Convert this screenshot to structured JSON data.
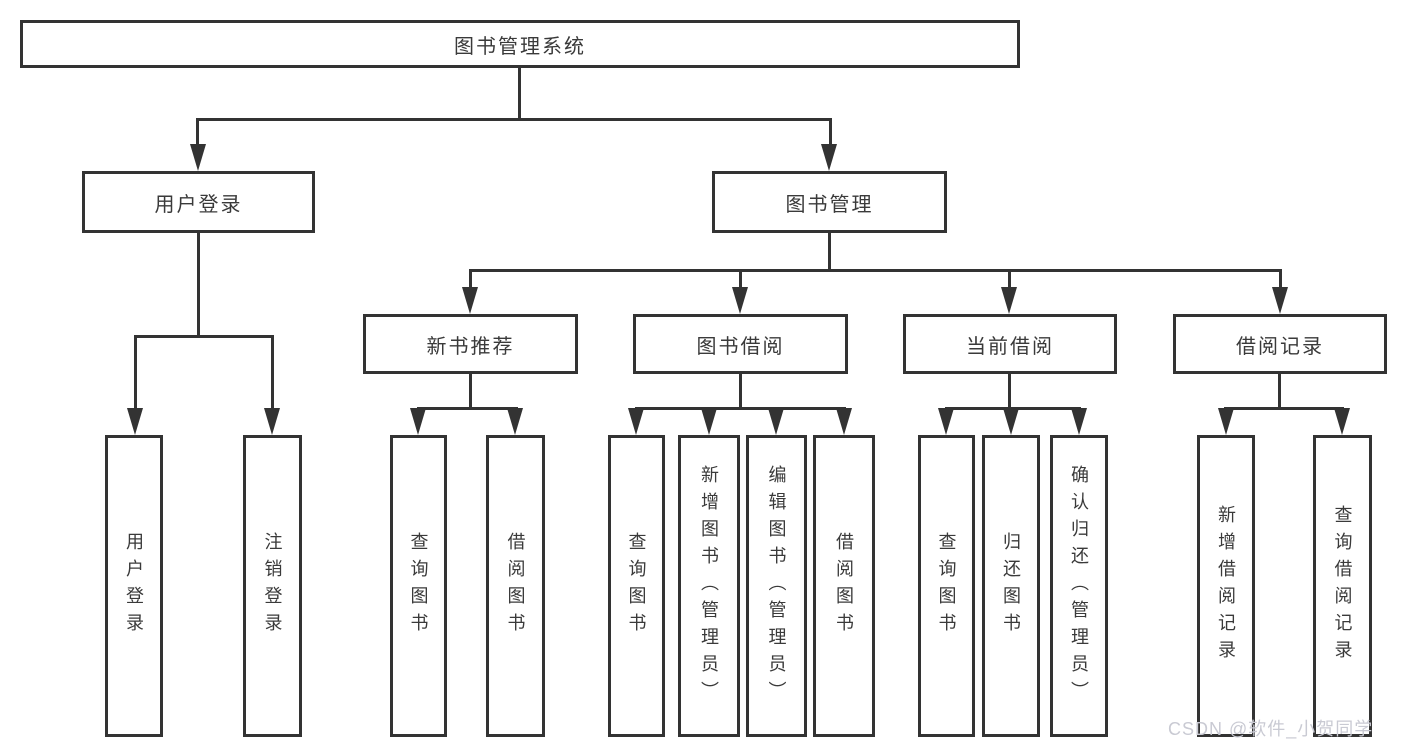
{
  "diagram": {
    "root": {
      "label": "图书管理系统"
    },
    "branches": [
      {
        "label": "用户登录",
        "children": [
          {
            "label": "用户登录"
          },
          {
            "label": "注销登录"
          }
        ]
      },
      {
        "label": "图书管理",
        "children": [
          {
            "label": "新书推荐",
            "children": [
              {
                "label": "查询图书"
              },
              {
                "label": "借阅图书"
              }
            ]
          },
          {
            "label": "图书借阅",
            "children": [
              {
                "label": "查询图书"
              },
              {
                "label": "新增图书（管理员）"
              },
              {
                "label": "编辑图书（管理员）"
              },
              {
                "label": "借阅图书"
              }
            ]
          },
          {
            "label": "当前借阅",
            "children": [
              {
                "label": "查询图书"
              },
              {
                "label": "归还图书"
              },
              {
                "label": "确认归还（管理员）"
              }
            ]
          },
          {
            "label": "借阅记录",
            "children": [
              {
                "label": "新增借阅记录"
              },
              {
                "label": "查询借阅记录"
              }
            ]
          }
        ]
      }
    ],
    "watermark": "CSDN @软件_小贺同学",
    "colors": {
      "line": "#333333",
      "text": "#3a3a3a",
      "watermark": "#c9cad3",
      "background": "#ffffff"
    }
  }
}
